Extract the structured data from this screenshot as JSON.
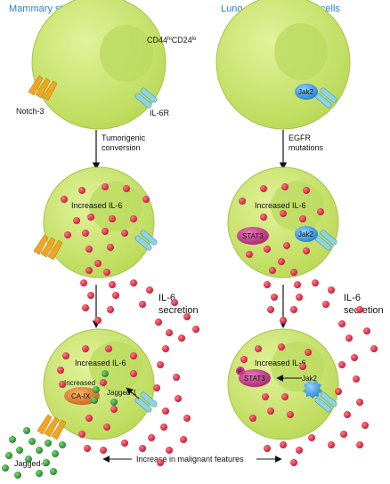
{
  "left_title": "Mammary stem cells",
  "right_title": "Lung adenocarcinoma cells",
  "cd44_base": "CD44",
  "cd44_sup": "hi",
  "cd24_base": "CD24",
  "cd24_sup": "lo",
  "notch3": "Notch-3",
  "il6r": "IL-6R",
  "jak2": "Jak2",
  "stat3": "STAT3",
  "p": "P",
  "tumorigenic_1": "Tumorigenic",
  "tumorigenic_2": "conversion",
  "egfr_1": "EGFR",
  "egfr_2": "mutations",
  "increased_il6": "Increased IL-6",
  "il6_secretion_1": "IL-6",
  "il6_secretion_2": "secretion",
  "increased_caix_1": "Increased",
  "increased_caix_2": "CA-IX",
  "jagged1": "Jagged-1",
  "malignant": "Increase in malignant features",
  "colors": {
    "cell": "#c9e46a",
    "cell_edge": "#8fb33a",
    "nucleus": "#b8d866",
    "il6_dot": "#d8243f",
    "jagged_dot": "#2e9c3c",
    "notch": "#f2a521",
    "receptor": "#8fd2e0",
    "jak2": "#3aa0e6",
    "stat3": "#c9368c",
    "caix": "#e07a1e",
    "title": "#2a7fd4"
  }
}
